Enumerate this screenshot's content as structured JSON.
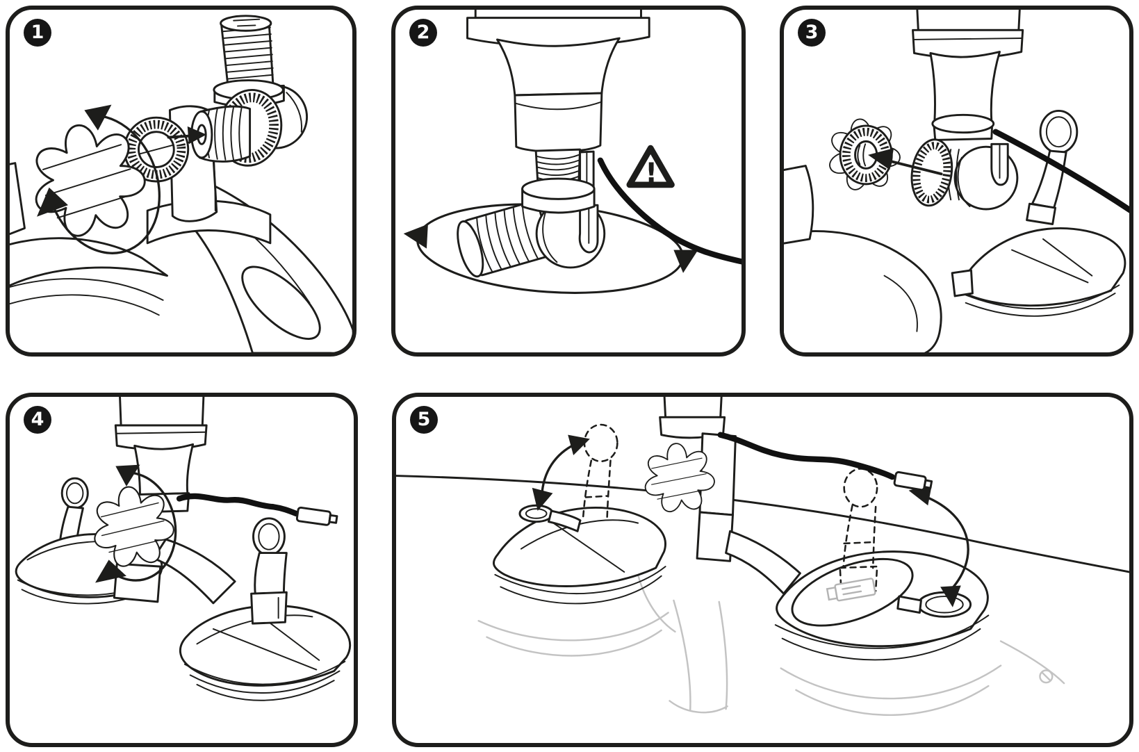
{
  "colors": {
    "background": "#ffffff",
    "line": "#1d1d1b",
    "badge_background": "#161616",
    "badge_text": "#ffffff",
    "cable": "#111111",
    "reflection": "#c3c3c3",
    "faint": "#b4b4b4"
  },
  "panels": [
    {
      "id": "step-1",
      "number": "1"
    },
    {
      "id": "step-2",
      "number": "2",
      "warning_symbol": "!"
    },
    {
      "id": "step-3",
      "number": "3"
    },
    {
      "id": "step-4",
      "number": "4"
    },
    {
      "id": "step-5",
      "number": "5"
    }
  ],
  "icons": {
    "step_badge": "black-circle-number",
    "warning": "triangle-exclamation",
    "rotation_arrow": "curved-rotation-arrow",
    "direction_arrow": "straight-arrow",
    "usb_plug": "micro-usb-connector"
  }
}
